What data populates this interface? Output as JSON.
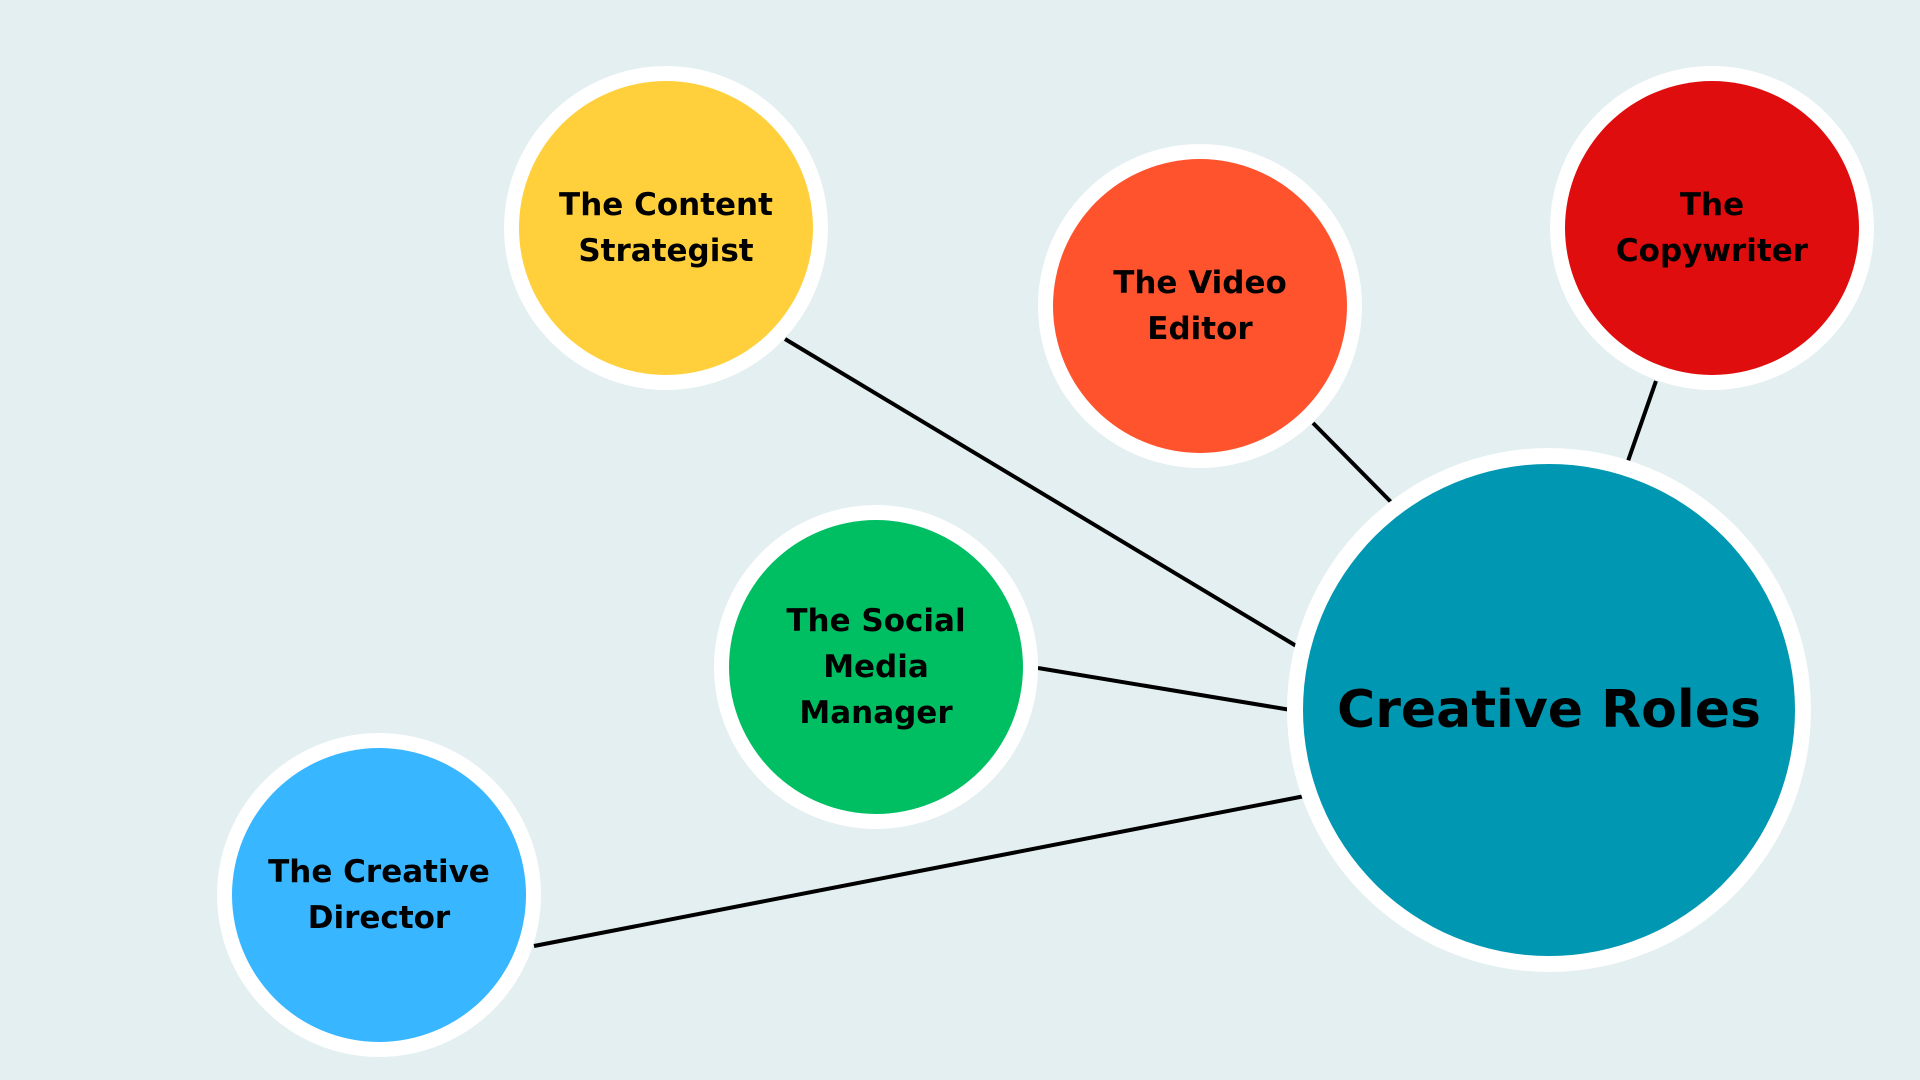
{
  "diagram": {
    "central": {
      "label": "Creative Roles",
      "color": "#0097b2"
    },
    "roles": [
      {
        "id": "content-strategist",
        "lines": [
          "The Content",
          "Strategist"
        ],
        "color": "#ffd03c"
      },
      {
        "id": "video-editor",
        "lines": [
          "The Video",
          "Editor"
        ],
        "color": "#ff532e"
      },
      {
        "id": "copywriter",
        "lines": [
          "The",
          "Copywriter"
        ],
        "color": "#df0d0d"
      },
      {
        "id": "social-media-manager",
        "lines": [
          "The Social",
          "Media",
          "Manager"
        ],
        "color": "#00bf63"
      },
      {
        "id": "creative-director",
        "lines": [
          "The Creative",
          "Director"
        ],
        "color": "#38b6ff"
      }
    ],
    "background": "#e3eff0",
    "ring_color": "#ffffff",
    "line_color": "#000000"
  }
}
